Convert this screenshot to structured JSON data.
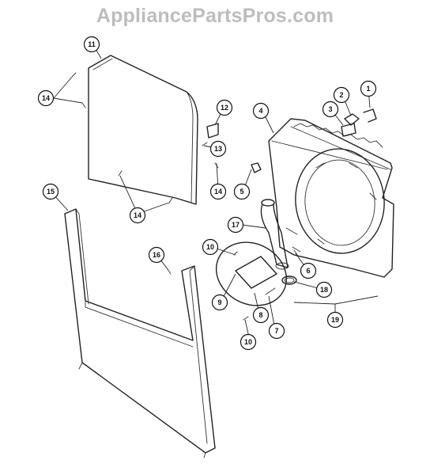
{
  "watermark": "AppliancePartsPros.com",
  "callouts": [
    {
      "id": "c1",
      "label": "1"
    },
    {
      "id": "c2",
      "label": "2"
    },
    {
      "id": "c3",
      "label": "3"
    },
    {
      "id": "c4",
      "label": "4"
    },
    {
      "id": "c5",
      "label": "5"
    },
    {
      "id": "c6",
      "label": "6"
    },
    {
      "id": "c7",
      "label": "7"
    },
    {
      "id": "c8",
      "label": "8"
    },
    {
      "id": "c9",
      "label": "9"
    },
    {
      "id": "c10a",
      "label": "10"
    },
    {
      "id": "c10b",
      "label": "10"
    },
    {
      "id": "c11",
      "label": "11"
    },
    {
      "id": "c12",
      "label": "12"
    },
    {
      "id": "c13",
      "label": "13"
    },
    {
      "id": "c14a",
      "label": "14"
    },
    {
      "id": "c14b",
      "label": "14"
    },
    {
      "id": "c14c",
      "label": "14"
    },
    {
      "id": "c15",
      "label": "15"
    },
    {
      "id": "c16",
      "label": "16"
    },
    {
      "id": "c17",
      "label": "17"
    },
    {
      "id": "c18",
      "label": "18"
    },
    {
      "id": "c19",
      "label": "19"
    }
  ]
}
